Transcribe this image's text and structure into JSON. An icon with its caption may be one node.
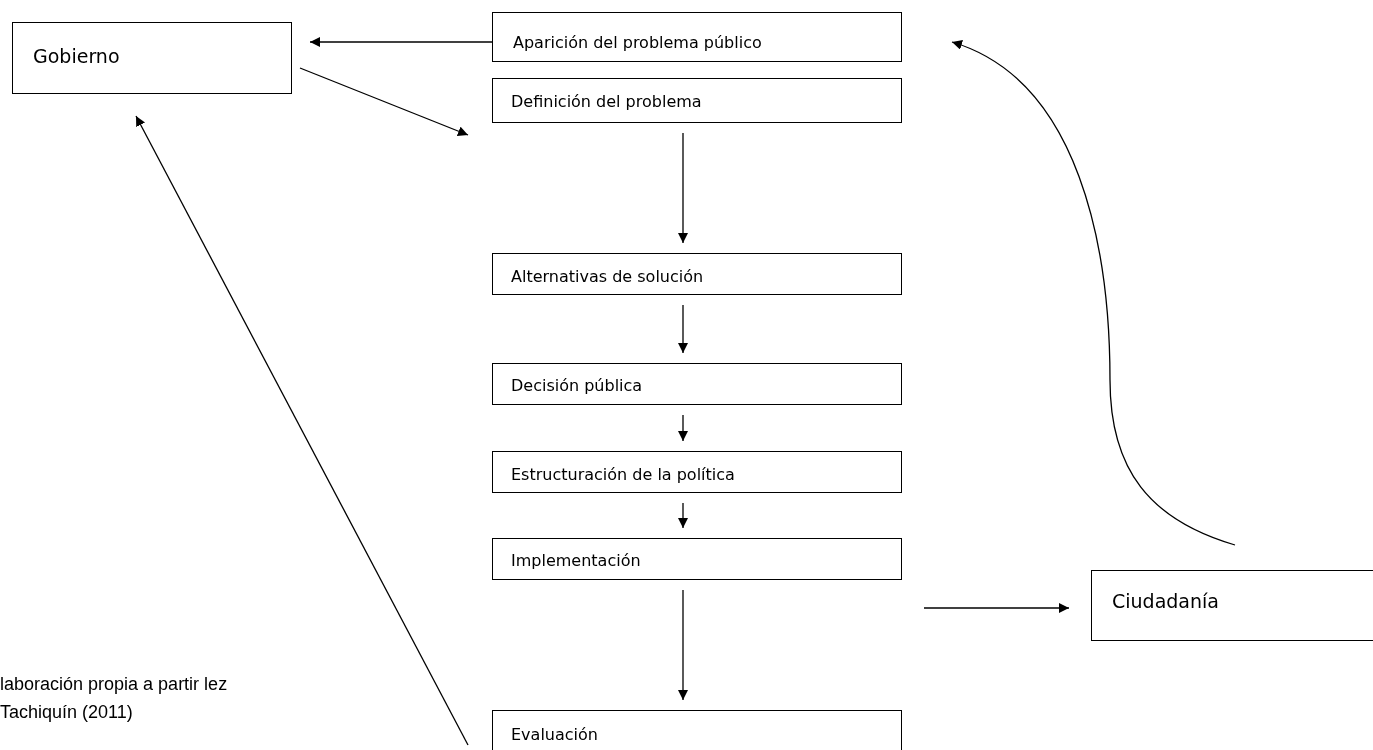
{
  "diagram": {
    "nodes": [
      {
        "text": [
          "Gobierno"
        ]
      },
      {
        "text": [
          "Aparición del problema público"
        ]
      },
      {
        "text": [
          "Definición del problema"
        ]
      },
      {
        "text": [
          "Alternativas de solución"
        ]
      },
      {
        "text": [
          "Decisión pública"
        ]
      },
      {
        "text": [
          "Estructuración de la política"
        ]
      },
      {
        "text": [
          "Implementación"
        ]
      },
      {
        "text": [
          "Evaluación"
        ]
      },
      {
        "text": [
          "Ciudadanía"
        ]
      }
    ],
    "edges": [
      {
        "from": 1,
        "to": 0,
        "arrow": "to"
      },
      {
        "from": 0,
        "to": 2,
        "arrow": "to"
      },
      {
        "from": 2,
        "to": 3,
        "arrow": "to"
      },
      {
        "from": 3,
        "to": 4,
        "arrow": "to"
      },
      {
        "from": 4,
        "to": 5,
        "arrow": "to"
      },
      {
        "from": 5,
        "to": 6,
        "arrow": "to"
      },
      {
        "from": 6,
        "to": 7,
        "arrow": "to"
      },
      {
        "from": 6,
        "to": 8,
        "arrow": "to"
      },
      {
        "from": 8,
        "to": 1,
        "arrow": "to"
      },
      {
        "from": 7,
        "to": 0,
        "arrow": "to"
      }
    ],
    "labels": [
      "laboración propia a partir lez Tachiquín (2011)"
    ]
  }
}
